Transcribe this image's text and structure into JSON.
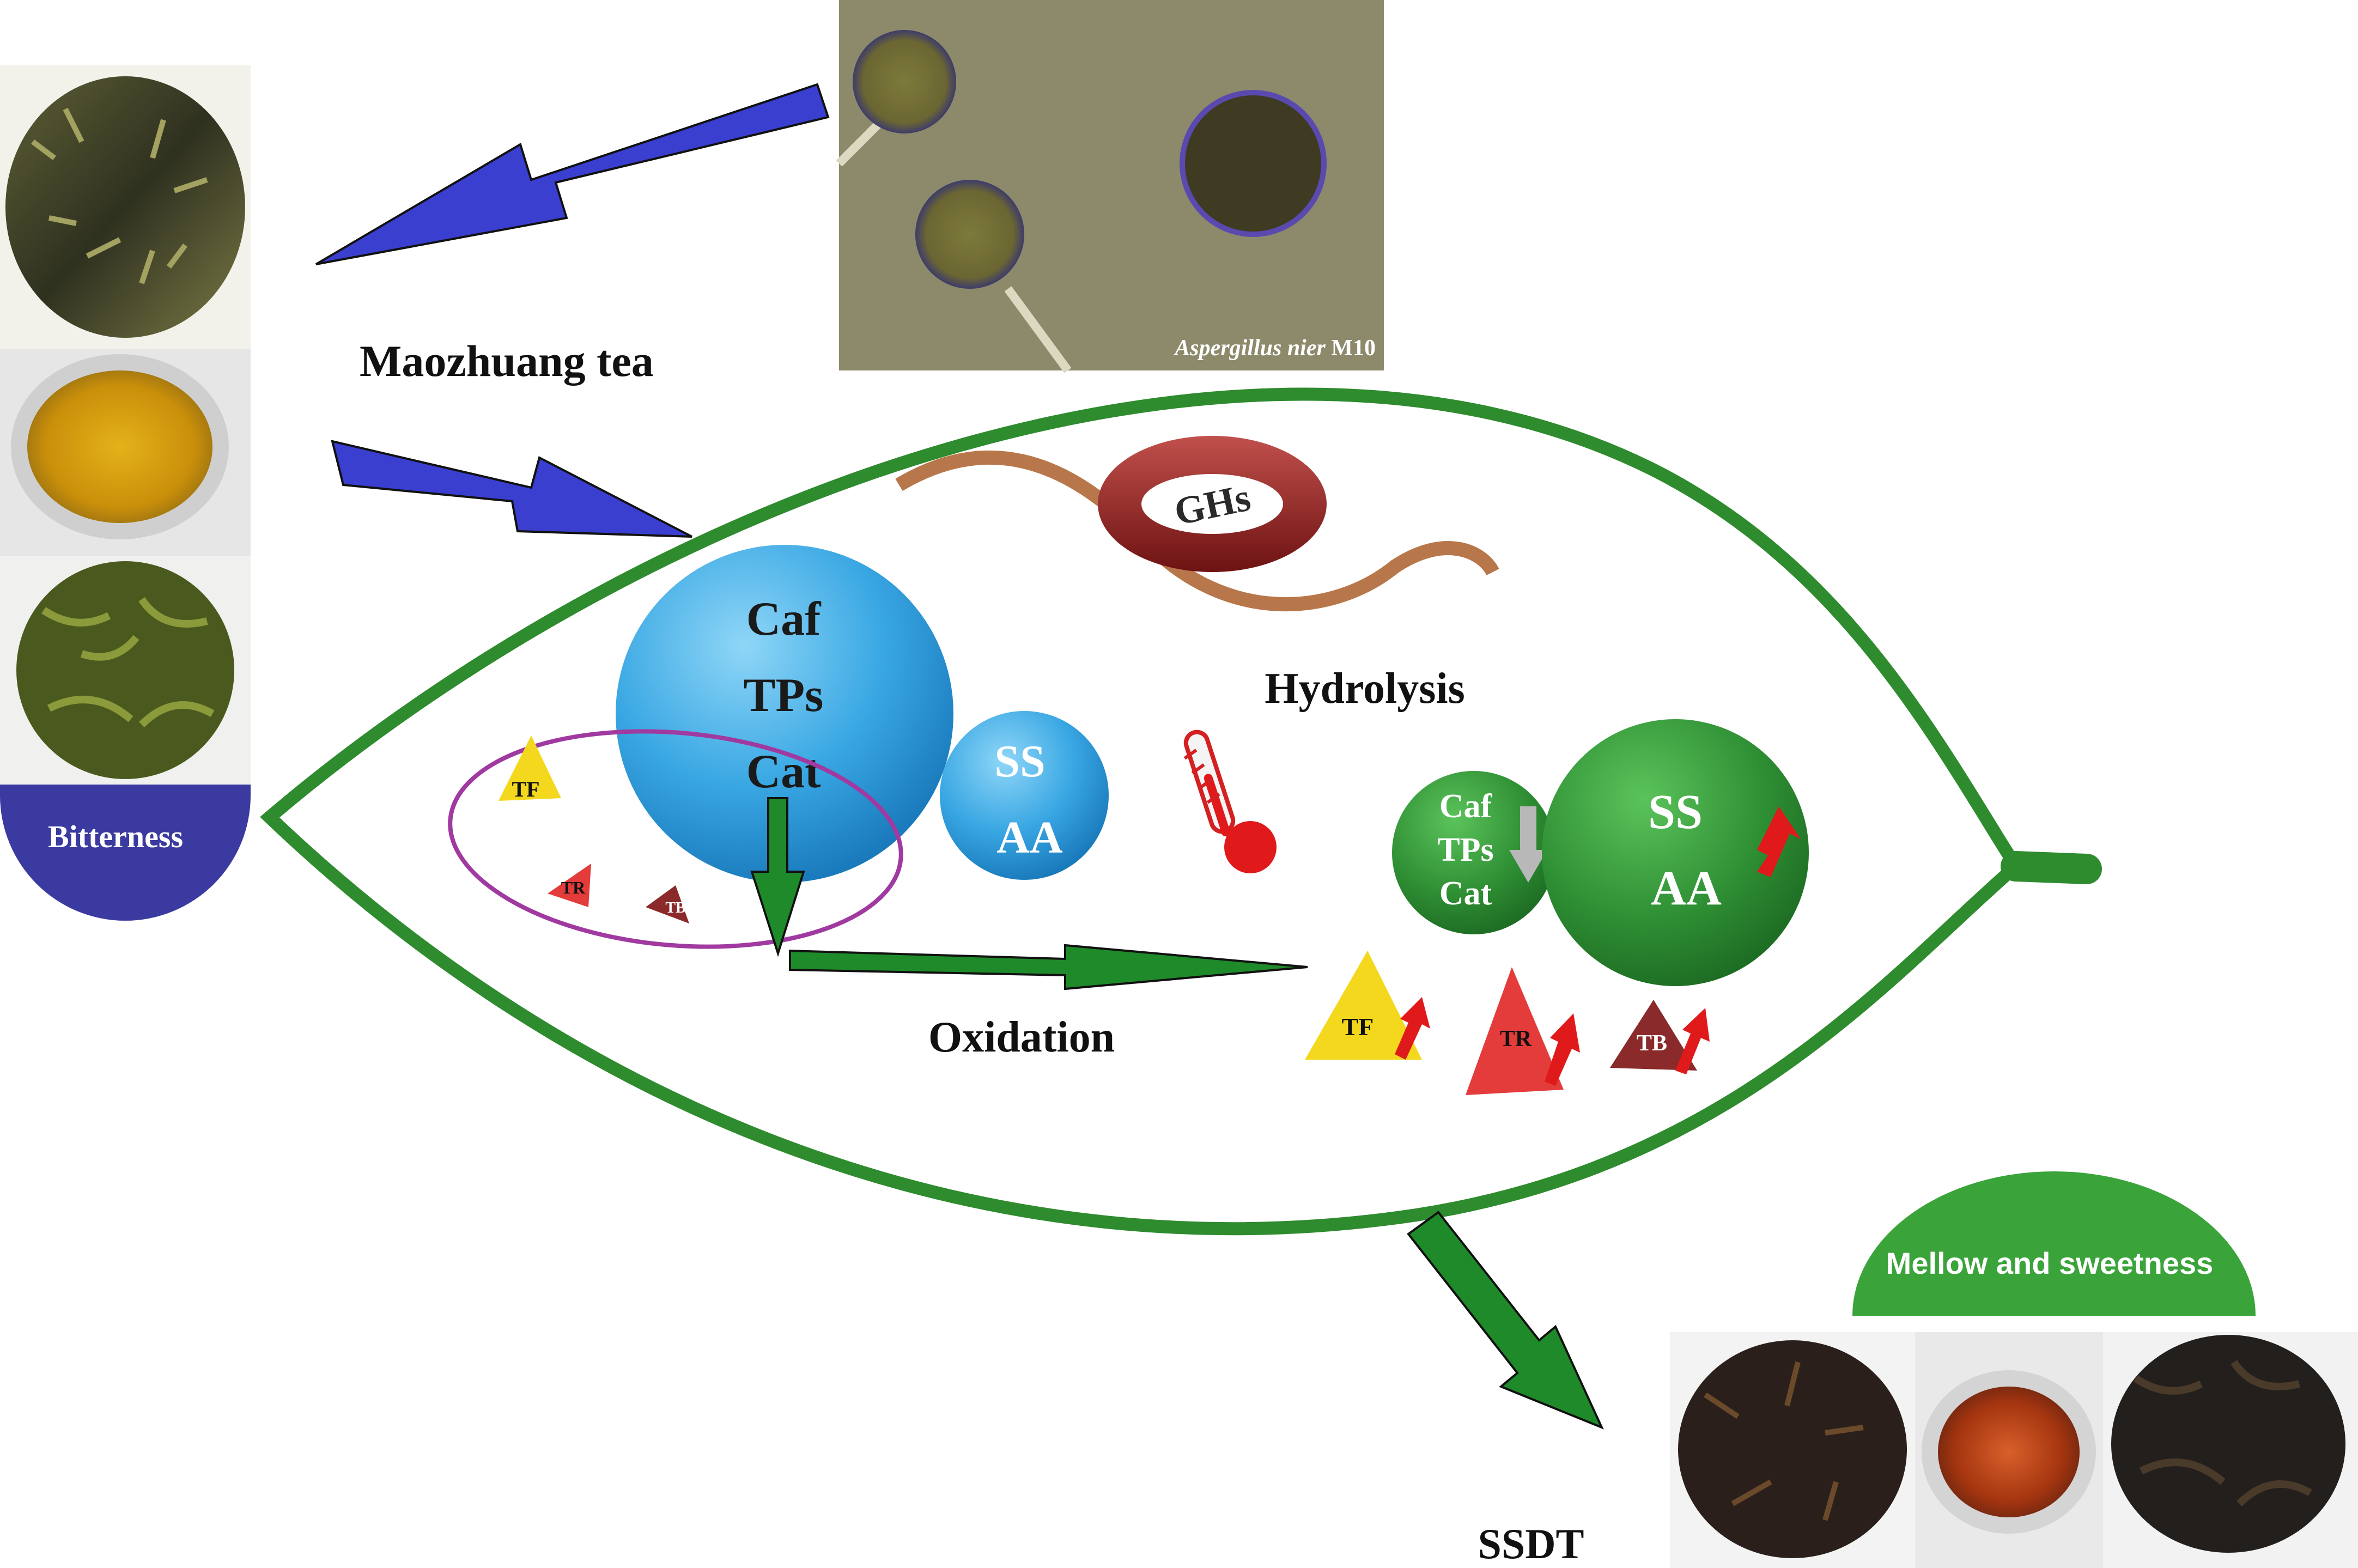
{
  "labels": {
    "maozhuang_tea": "Maozhuang tea",
    "bitterness": "Bitterness",
    "hydrolysis": "Hydrolysis",
    "oxidation": "Oxidation",
    "ssdt": "SSDT",
    "mellow": "Mellow and sweetness",
    "ghs": "GHs",
    "aspergillus_species": "Aspergillus nier",
    "aspergillus_strain": "M10"
  },
  "before": {
    "large_sphere": [
      "Caf",
      "TPs",
      "Cat"
    ],
    "small_sphere": [
      "SS",
      "AA"
    ],
    "pigments": [
      "TF",
      "TR",
      "TB"
    ]
  },
  "after": {
    "small_sphere": [
      "Caf",
      "TPs",
      "Cat"
    ],
    "large_sphere": [
      "SS",
      "AA"
    ],
    "pigments": [
      "TF",
      "TR",
      "TB"
    ]
  },
  "colors": {
    "leaf_outline": "#2e8b2e",
    "blue_arrow": "#3a3fcf",
    "green_arrow": "#1f8a2a",
    "red_arrow": "#e01a1a",
    "bitterness_badge": "#3a3aa0",
    "mellow_badge": "#3aa33a"
  }
}
